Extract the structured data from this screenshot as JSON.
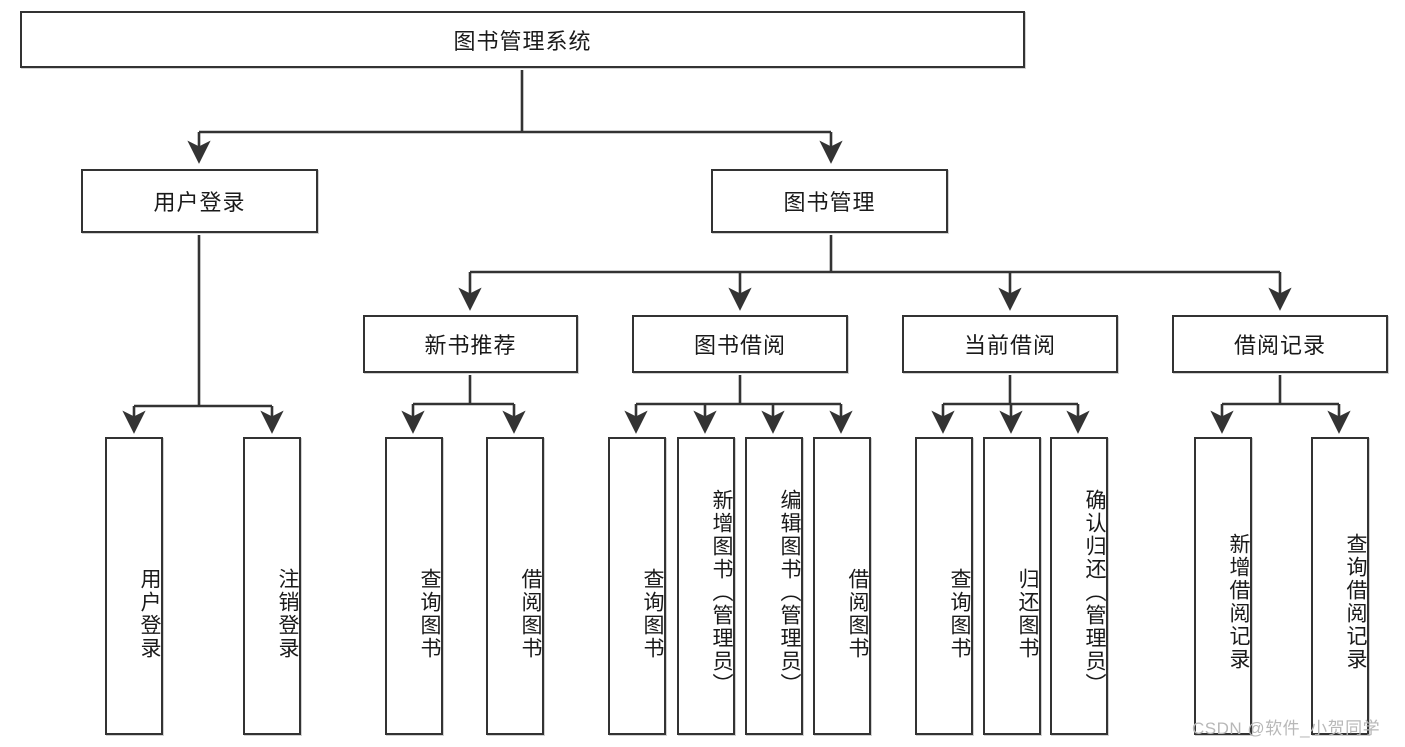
{
  "diagram": {
    "type": "tree-hierarchy",
    "title": "图书管理系统",
    "root": {
      "label": "图书管理系统"
    },
    "level1": [
      {
        "id": "user-login",
        "label": "用户登录"
      },
      {
        "id": "book-management",
        "label": "图书管理"
      }
    ],
    "level2": [
      {
        "id": "new-book-recommend",
        "label": "新书推荐",
        "parent": "book-management"
      },
      {
        "id": "book-borrow",
        "label": "图书借阅",
        "parent": "book-management"
      },
      {
        "id": "current-borrow",
        "label": "当前借阅",
        "parent": "book-management"
      },
      {
        "id": "borrow-record",
        "label": "借阅记录",
        "parent": "book-management"
      }
    ],
    "leaves": {
      "user_login": [
        {
          "id": "leaf-user-login",
          "label": "用户登录"
        },
        {
          "id": "leaf-logout-login",
          "label": "注销登录"
        }
      ],
      "new_book_recommend": [
        {
          "id": "leaf-query-book-1",
          "label": "查询图书"
        },
        {
          "id": "leaf-borrow-book-1",
          "label": "借阅图书"
        }
      ],
      "book_borrow": [
        {
          "id": "leaf-query-book-2",
          "label": "查询图书"
        },
        {
          "id": "leaf-add-book",
          "label": "新增图书（管理员）"
        },
        {
          "id": "leaf-edit-book",
          "label": "编辑图书（管理员）"
        },
        {
          "id": "leaf-borrow-book-2",
          "label": "借阅图书"
        }
      ],
      "current_borrow": [
        {
          "id": "leaf-query-book-3",
          "label": "查询图书"
        },
        {
          "id": "leaf-return-book",
          "label": "归还图书"
        },
        {
          "id": "leaf-confirm-return",
          "label": "确认归还（管理员）"
        }
      ],
      "borrow_record": [
        {
          "id": "leaf-add-record",
          "label": "新增借阅记录"
        },
        {
          "id": "leaf-query-record",
          "label": "查询借阅记录"
        }
      ]
    }
  },
  "watermark": {
    "text": "CSDN @软件_小贺同学"
  },
  "colors": {
    "stroke": "#333333",
    "box_fill": "#ffffff",
    "text": "#1a1a1a",
    "watermark": "#b8b8b8",
    "background": "#ffffff"
  }
}
